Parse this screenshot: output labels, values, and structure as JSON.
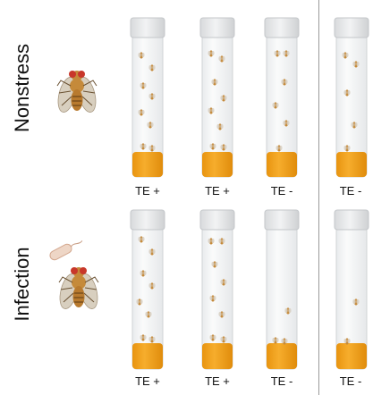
{
  "rows": [
    {
      "label": "Nonstress",
      "tubes": [
        {
          "label": "TE +",
          "flies": 8
        },
        {
          "label": "TE +",
          "flies": 8
        },
        {
          "label": "TE -",
          "flies": 6
        },
        {
          "label": "TE -",
          "flies": 5
        }
      ]
    },
    {
      "label": "Infection",
      "tubes": [
        {
          "label": "TE +",
          "flies": 8
        },
        {
          "label": "TE +",
          "flies": 8
        },
        {
          "label": "TE -",
          "flies": 3
        },
        {
          "label": "TE -",
          "flies": 2
        }
      ]
    }
  ],
  "colors": {
    "food": "#f0a020",
    "cap": "#e4e6e8",
    "tube": "#f3f4f5",
    "fly_body": "#c58a3a"
  },
  "icons": [
    "fly-icon",
    "bacterium-icon"
  ]
}
